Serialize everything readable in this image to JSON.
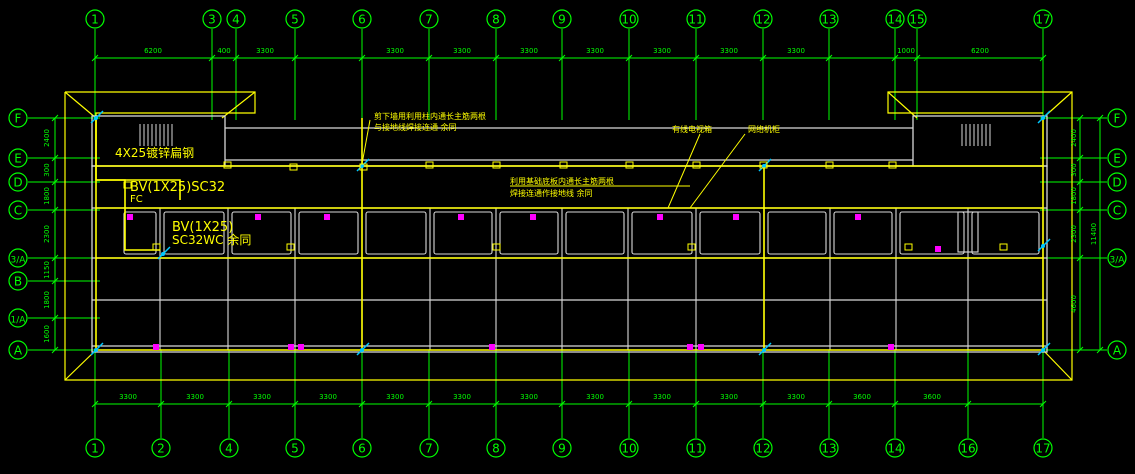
{
  "colors": {
    "background": "#000000",
    "grid": "#00ff00",
    "wall": "#d9d9d9",
    "conductor": "#ffff00",
    "terminal": "#ff00ff",
    "grounding": "#00c8ff"
  },
  "axes": {
    "columns_top": [
      "1",
      "3",
      "4",
      "5",
      "6",
      "7",
      "8",
      "9",
      "10",
      "11",
      "12",
      "13",
      "14",
      "15",
      "17"
    ],
    "columns_bottom": [
      "1",
      "2",
      "4",
      "5",
      "6",
      "7",
      "8",
      "9",
      "10",
      "11",
      "12",
      "13",
      "14",
      "16",
      "17"
    ],
    "rows_left": [
      "F",
      "E",
      "D",
      "C",
      "3/A",
      "B",
      "1/A",
      "A"
    ],
    "rows_right": [
      "F",
      "E",
      "D",
      "C",
      "3/A",
      "A"
    ]
  },
  "dimensions": {
    "top": [
      "6200",
      "400",
      "3300",
      "3300",
      "3300",
      "3300",
      "3300",
      "3300",
      "3300",
      "3300",
      "1000",
      "6200"
    ],
    "bottom": [
      "3300",
      "3300",
      "3300",
      "3300",
      "3300",
      "3300",
      "3300",
      "3300",
      "3300",
      "3300",
      "3300",
      "3600",
      "3600"
    ],
    "left": [
      "2400",
      "300",
      "1800",
      "2300",
      "1150",
      "1800",
      "1600"
    ],
    "right": [
      "2400",
      "300",
      "1800",
      "2300",
      "4600"
    ],
    "right_total": "11400"
  },
  "annotations": {
    "note_top_1": "剪下墙用利用柱内通长主筋两根",
    "note_top_2": "与接地线焊接连通 余同",
    "note_mid_1": "利用基础底板内通长主筋两根",
    "note_mid_2": "焊接连通作接地线 余同",
    "cable_tv": "有线电视箱",
    "network": "网络机柜",
    "conductor_1": "4X25镀锌扁钢",
    "conductor_2": "BV(1X25)SC32",
    "conductor_2b": "FC",
    "conductor_3": "BV(1X25)",
    "conductor_3b": "SC32WC 余同"
  }
}
